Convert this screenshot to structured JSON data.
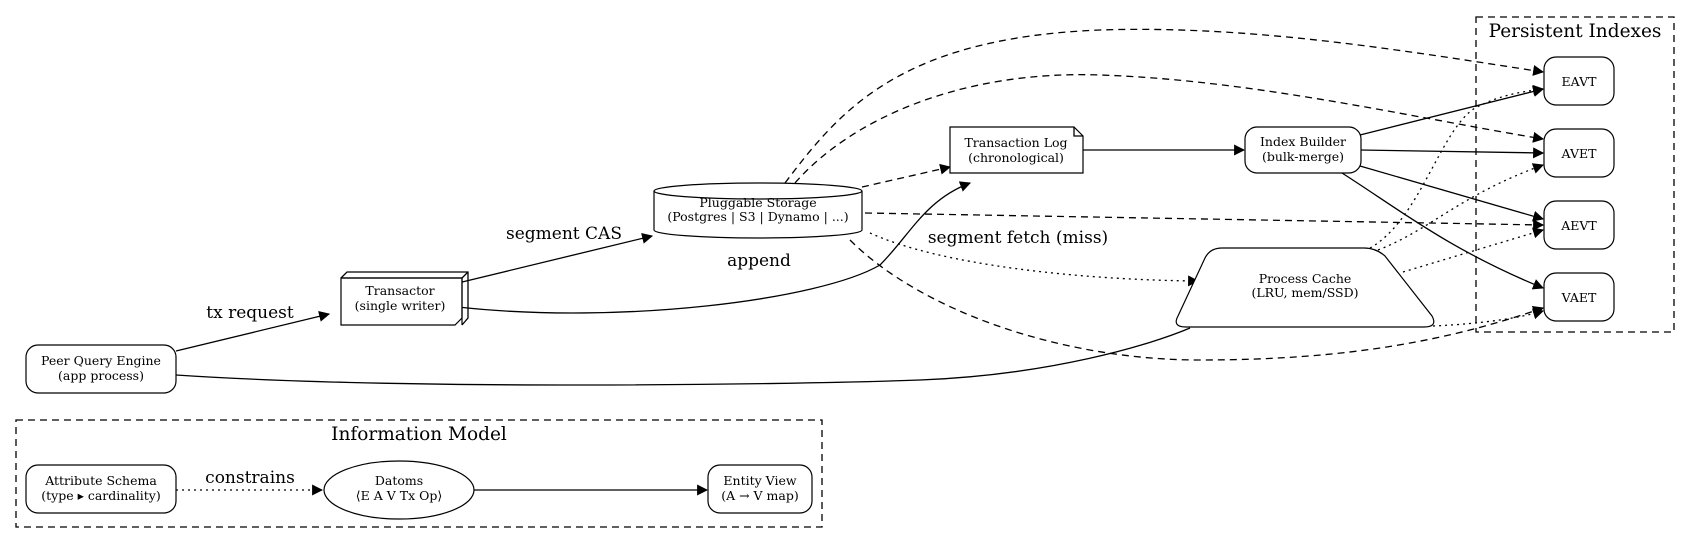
{
  "clusters": {
    "persistent_indexes": "Persistent Indexes",
    "information_model": "Information Model"
  },
  "nodes": {
    "peer": [
      "Peer Query Engine",
      "(app process)"
    ],
    "transactor": [
      "Transactor",
      "(single writer)"
    ],
    "storage": [
      "Pluggable Storage",
      "(Postgres | S3 | Dynamo | ...)"
    ],
    "txlog": [
      "Transaction Log",
      "(chronological)"
    ],
    "indexbuilder": [
      "Index Builder",
      "(bulk-merge)"
    ],
    "cache": [
      "Process Cache",
      "(LRU, mem/SSD)"
    ],
    "eavt": "EAVT",
    "avet": "AVET",
    "aevt": "AEVT",
    "vaet": "VAET",
    "schema": [
      "Attribute Schema",
      "(type ▸ cardinality)"
    ],
    "datoms": [
      "Datoms",
      "⟨E A V Tx Op⟩"
    ],
    "entity": [
      "Entity View",
      "(A → V map)"
    ]
  },
  "edge_labels": {
    "tx_request": "tx request",
    "segment_cas": "segment CAS",
    "append": "append",
    "segment_fetch": "segment fetch (miss)",
    "constrains": "constrains"
  }
}
